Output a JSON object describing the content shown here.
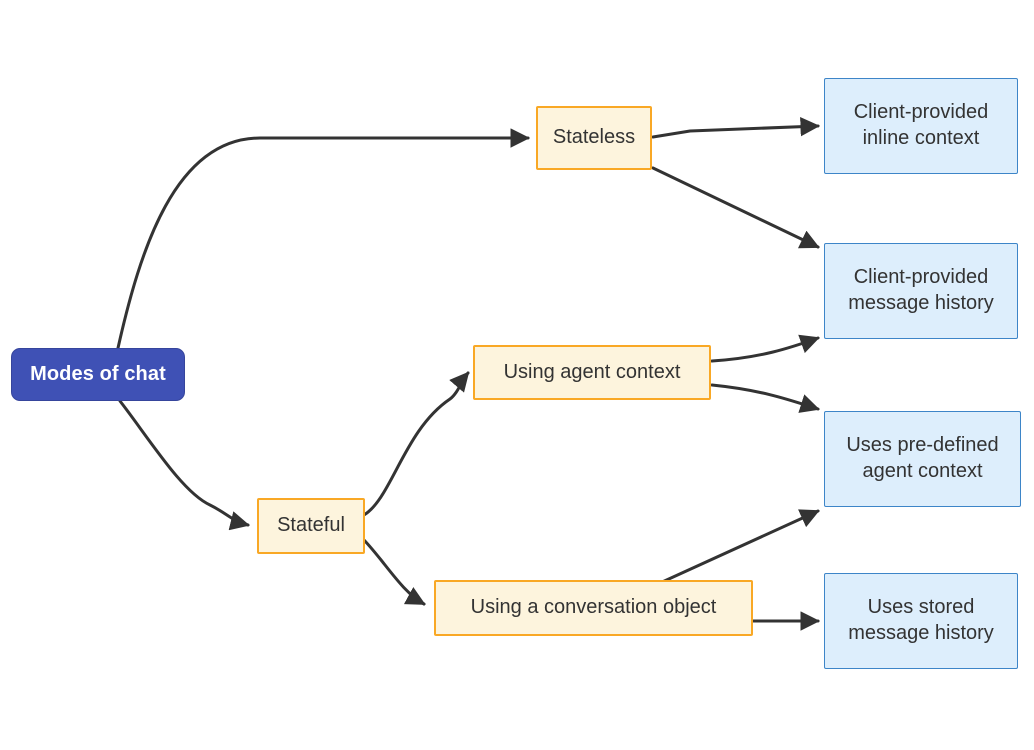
{
  "diagram": {
    "type": "flowchart",
    "direction": "left-to-right",
    "title": "Modes of chat",
    "colors": {
      "root_fill": "#3f51b5",
      "root_stroke": "#36459c",
      "root_text": "#ffffff",
      "branch_fill": "#fdf4dd",
      "branch_stroke": "#f9a825",
      "leaf_fill": "#ddeefc",
      "leaf_stroke": "#3d85c8",
      "node_text": "#333333",
      "edge_stroke": "#333333",
      "background": "#ffffff"
    },
    "nodes": [
      {
        "id": "root",
        "label": "Modes of chat",
        "kind": "root"
      },
      {
        "id": "stateless",
        "label": "Stateless",
        "kind": "branch"
      },
      {
        "id": "stateful",
        "label": "Stateful",
        "kind": "branch"
      },
      {
        "id": "agentctx",
        "label": "Using agent context",
        "kind": "branch"
      },
      {
        "id": "convobj",
        "label": "Using a conversation object",
        "kind": "branch"
      },
      {
        "id": "inline",
        "label": "Client-provided\ninline context",
        "kind": "leaf"
      },
      {
        "id": "msghistory",
        "label": "Client-provided\nmessage history",
        "kind": "leaf"
      },
      {
        "id": "predefined",
        "label": "Uses pre-defined\nagent context",
        "kind": "leaf"
      },
      {
        "id": "storedhist",
        "label": "Uses stored\nmessage history",
        "kind": "leaf"
      }
    ],
    "edges": [
      {
        "from": "root",
        "to": "stateless"
      },
      {
        "from": "root",
        "to": "stateful"
      },
      {
        "from": "stateless",
        "to": "inline"
      },
      {
        "from": "stateless",
        "to": "msghistory"
      },
      {
        "from": "stateful",
        "to": "agentctx"
      },
      {
        "from": "stateful",
        "to": "convobj"
      },
      {
        "from": "agentctx",
        "to": "msghistory"
      },
      {
        "from": "agentctx",
        "to": "predefined"
      },
      {
        "from": "convobj",
        "to": "predefined"
      },
      {
        "from": "convobj",
        "to": "storedhist"
      }
    ]
  }
}
